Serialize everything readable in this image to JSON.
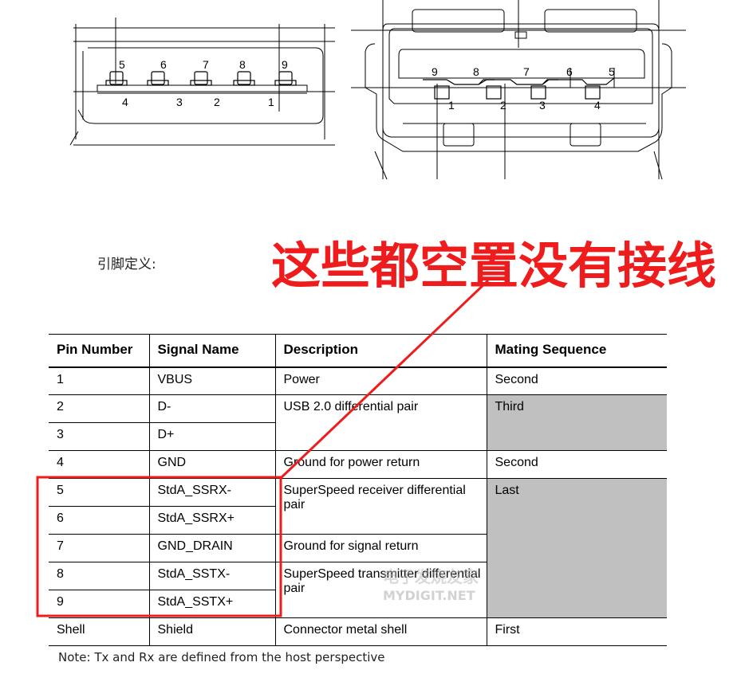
{
  "diagram_left": {
    "top_pins": [
      "5",
      "6",
      "7",
      "8",
      "9"
    ],
    "bottom_pins": [
      "4",
      "3",
      "2",
      "1"
    ]
  },
  "diagram_right": {
    "top_pins": [
      "9",
      "8",
      "7",
      "6",
      "5"
    ],
    "bottom_pins": [
      "1",
      "2",
      "3",
      "4"
    ]
  },
  "pin_definition_label": "引脚定义:",
  "annotation": "这些都空置没有接线",
  "table": {
    "headers": [
      "Pin Number",
      "Signal Name",
      "Description",
      "Mating Sequence"
    ],
    "rows": [
      {
        "pin": "1",
        "signal": "VBUS",
        "description": "Power",
        "mating": "Second"
      },
      {
        "pin": "2",
        "signal": "D-",
        "description": "USB 2.0 differential pair",
        "mating": "Third"
      },
      {
        "pin": "3",
        "signal": "D+",
        "description": "",
        "mating": ""
      },
      {
        "pin": "4",
        "signal": "GND",
        "description": "Ground for power return",
        "mating": "Second"
      },
      {
        "pin": "5",
        "signal": "StdA_SSRX-",
        "description": "SuperSpeed receiver differential pair",
        "mating": "Last"
      },
      {
        "pin": "6",
        "signal": "StdA_SSRX+",
        "description": "",
        "mating": ""
      },
      {
        "pin": "7",
        "signal": "GND_DRAIN",
        "description": "Ground for signal return",
        "mating": ""
      },
      {
        "pin": "8",
        "signal": "StdA_SSTX-",
        "description": "SuperSpeed transmitter differential pair",
        "mating": ""
      },
      {
        "pin": "9",
        "signal": "StdA_SSTX+",
        "description": "",
        "mating": ""
      },
      {
        "pin": "Shell",
        "signal": "Shield",
        "description": "Connector metal shell",
        "mating": "First"
      }
    ],
    "note": "Note:  Tx and Rx are defined from the host perspective"
  },
  "watermark": {
    "line1": "电子发烧友家",
    "line2": "MYDIGIT.NET"
  },
  "colors": {
    "annotation": "#ee1c1c",
    "shaded_cell": "#c0c0c0"
  }
}
